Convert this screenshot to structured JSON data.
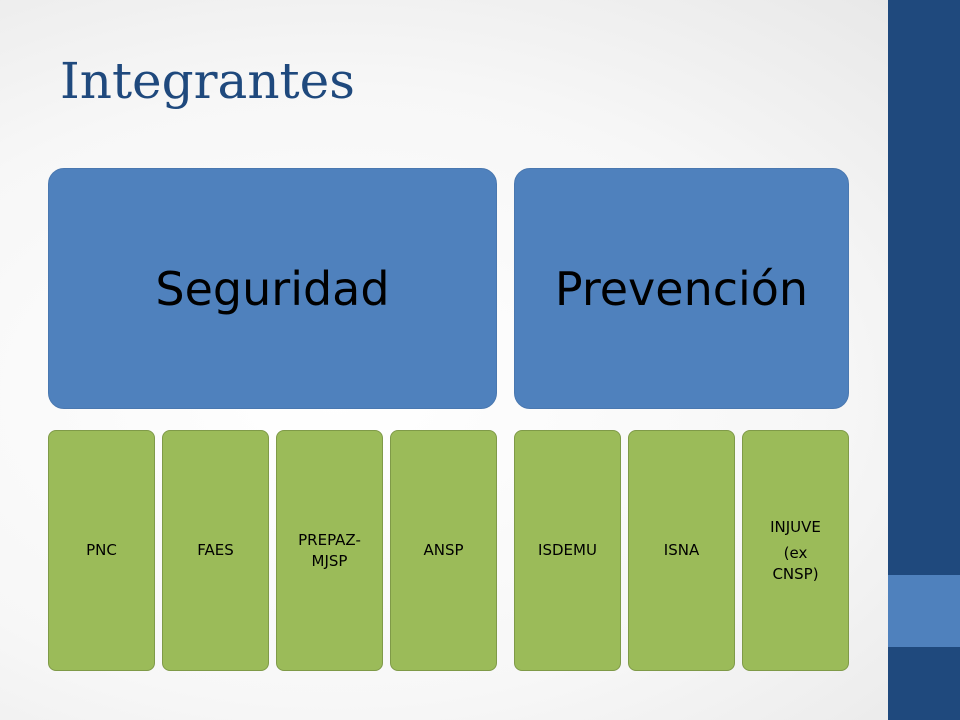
{
  "slide": {
    "title": "Integrantes"
  },
  "groups": [
    {
      "label": "Seguridad",
      "members": [
        {
          "label": "PNC"
        },
        {
          "label": "FAES"
        },
        {
          "label": "PREPAZ-MJSP"
        },
        {
          "label": "ANSP"
        }
      ]
    },
    {
      "label": "Prevención",
      "members": [
        {
          "label": "ISDEMU"
        },
        {
          "label": "ISNA"
        },
        {
          "label": "INJUVE",
          "note": "(ex CNSP)"
        }
      ]
    }
  ],
  "colors": {
    "title": "#1f497d",
    "sidebar": "#1f497d",
    "sidebar_accent": "#4f81bd",
    "group_fill": "#4f81bd",
    "member_fill": "#9bbb59"
  }
}
